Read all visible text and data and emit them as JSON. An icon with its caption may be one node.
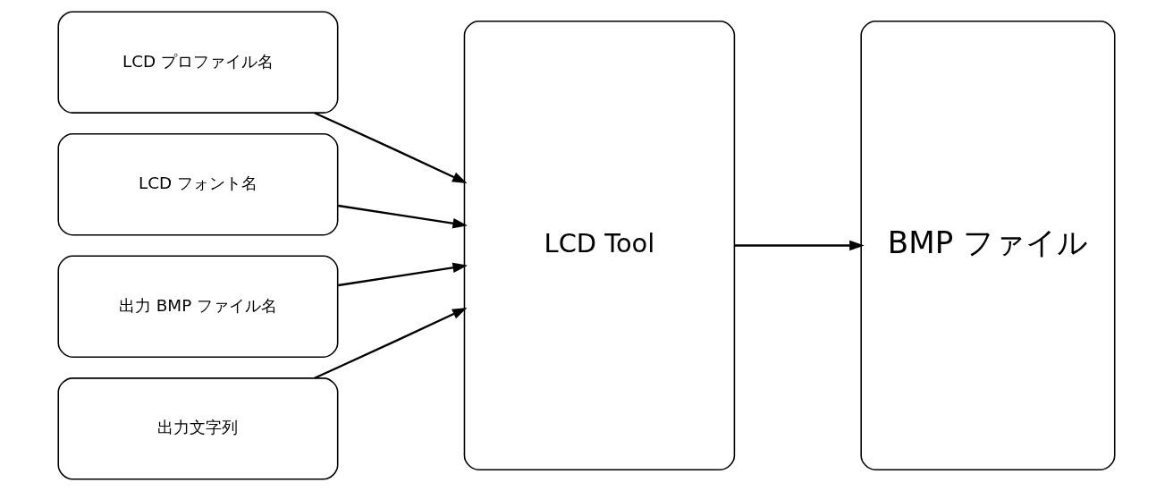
{
  "diagram": {
    "nodes": [
      {
        "text": [
          "LCD プロファイル名"
        ]
      },
      {
        "text": [
          "LCD フォント名"
        ]
      },
      {
        "text": [
          "出力 BMP ファイル名"
        ]
      },
      {
        "text": [
          "出力文字列"
        ]
      },
      {
        "text": [
          "LCD Tool"
        ]
      },
      {
        "text": [
          "BMP ファイル"
        ]
      }
    ],
    "edges": [
      {
        "from": 0,
        "to": 4,
        "arrow": "to"
      },
      {
        "from": 1,
        "to": 4,
        "arrow": "to"
      },
      {
        "from": 2,
        "to": 4,
        "arrow": "to"
      },
      {
        "from": 3,
        "to": 4,
        "arrow": "to"
      },
      {
        "from": 4,
        "to": 5,
        "arrow": "to"
      }
    ]
  }
}
